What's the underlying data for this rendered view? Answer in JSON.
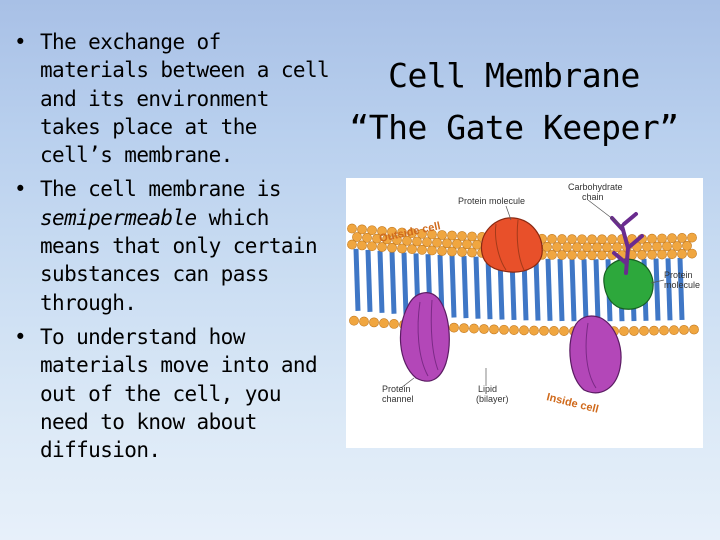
{
  "title": {
    "line1": "Cell Membrane",
    "line2": "“The Gate Keeper”"
  },
  "bullets": [
    {
      "text": "The exchange of materials between a cell and its environment takes place at the cell’s membrane."
    },
    {
      "before": "The cell membrane is ",
      "emph": "semipermeable",
      "after": " which means that only certain substances can pass through."
    },
    {
      "text": "To understand how materials move into and out of the cell, you need to know about diffusion."
    }
  ],
  "bullet_glyph": "•",
  "diagram": {
    "labels": {
      "protein_molecule_top": "Protein molecule",
      "carbohydrate_chain": "Carbohydrate chain",
      "outside_cell": "Outside cell",
      "protein_molecule_right": "Protein molecule",
      "protein_channel": "Protein channel",
      "lipid_bilayer": "Lipid (bilayer)",
      "inside_cell": "Inside cell"
    },
    "colors": {
      "lipid_head": "#f0a640",
      "lipid_tail": "#3f77c6",
      "channel": "#b347b8",
      "protein_red": "#e8502a",
      "protein_green": "#2da83c",
      "carbohydrate": "#6a2b8f"
    }
  }
}
